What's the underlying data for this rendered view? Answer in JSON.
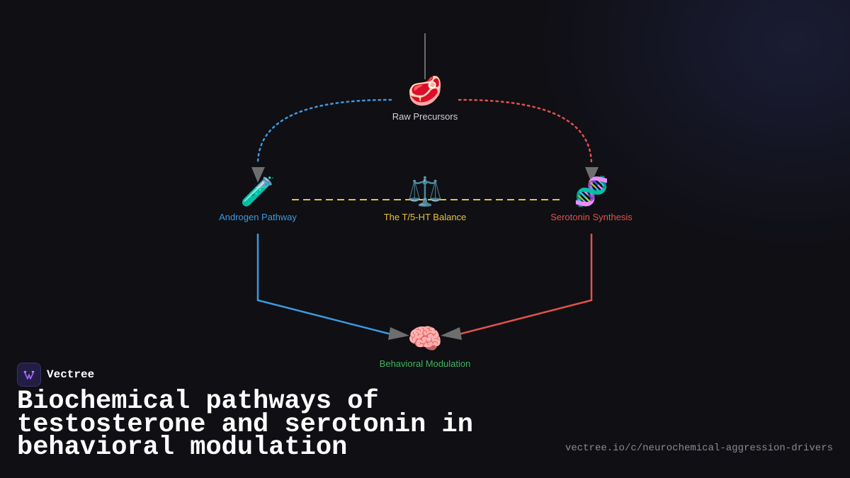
{
  "colors": {
    "androgen": "#3b9ae0",
    "serotonin": "#e0524a",
    "balance": "#e8c13a",
    "behavior": "#3fb45c",
    "neutral": "#cfcfd6",
    "arrow": "#6e6e6e"
  },
  "nodes": {
    "precursors": {
      "label": "Raw Precursors",
      "icon": "🥩",
      "icon_name": "meat-icon"
    },
    "androgen": {
      "label": "Androgen Pathway",
      "icon": "🧪",
      "icon_name": "test-tube-icon"
    },
    "balance": {
      "label": "The T/5-HT Balance",
      "icon": "⚖️",
      "icon_name": "balance-scale-icon"
    },
    "serotonin": {
      "label": "Serotonin Synthesis",
      "icon": "🧬",
      "icon_name": "dna-icon"
    },
    "behavior": {
      "label": "Behavioral Modulation",
      "icon": "🧠",
      "icon_name": "brain-icon"
    }
  },
  "brand": {
    "name": "Vectree",
    "icon_name": "vectree-logo-icon"
  },
  "title": "Biochemical pathways of testosterone and serotonin in behavioral modulation",
  "url": "vectree.io/c/neurochemical-aggression-drivers"
}
